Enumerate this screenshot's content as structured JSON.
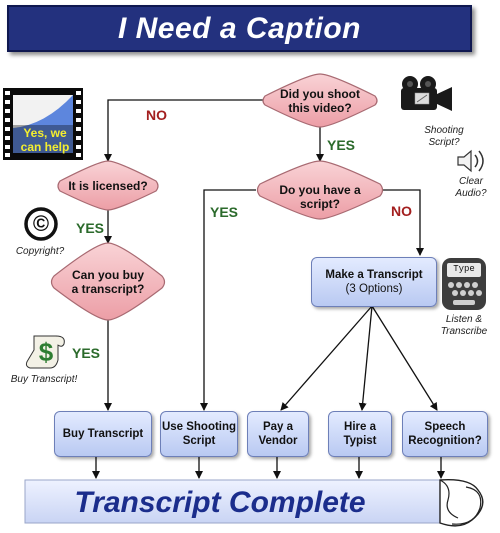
{
  "title": "I Need a Caption",
  "decisions": {
    "shoot": "Did you shoot this video?",
    "licensed": "It is licensed?",
    "script": "Do you have a script?",
    "buy": "Can you buy a transcript?"
  },
  "edge_labels": {
    "shoot_no": "NO",
    "shoot_yes": "YES",
    "licensed_yes": "YES",
    "script_yes": "YES",
    "script_no": "NO",
    "buy_yes": "YES"
  },
  "actions": {
    "buy_transcript": "Buy Transcript",
    "use_shooting_script": "Use Shooting Script",
    "pay_vendor": "Pay a Vendor",
    "hire_typist": "Hire a Typist",
    "speech_recognition": "Speech Recognition?",
    "make_transcript": "Make a Transcript",
    "make_transcript_options": "(3 Options)"
  },
  "end": "Transcript Complete",
  "captions": {
    "video_icon": "Yes, we can help",
    "copyright": "Copyright?",
    "buy_transcript": "Buy Transcript!",
    "shooting_script": "Shooting Script?",
    "clear_audio": "Clear Audio?",
    "listen": "Listen & Transcribe",
    "type_key": "Type"
  },
  "icons": {
    "copyright_symbol": "©",
    "dollar_symbol": "$"
  },
  "colors": {
    "banner": "#23317e",
    "decision_fill": "#f2b4ba",
    "action_fill": "#c9d6f7",
    "no_label": "#a31f1f",
    "yes_label": "#2b6a2b",
    "end_text": "#1b2d8c"
  }
}
